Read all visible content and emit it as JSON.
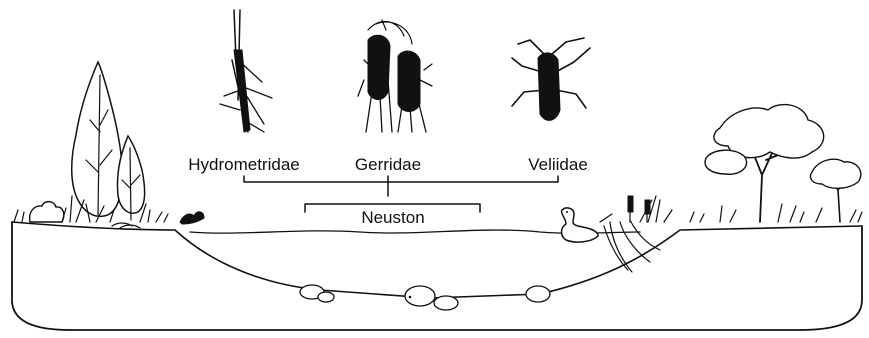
{
  "diagram": {
    "families": [
      {
        "name": "Hydrometridae",
        "icon": "hydrometridae-insect-icon"
      },
      {
        "name": "Gerridae",
        "icon": "gerridae-insect-icon"
      },
      {
        "name": "Veliidae",
        "icon": "veliidae-insect-icon"
      }
    ],
    "group_label": "Neuston",
    "scene_icons": [
      "tree-icon",
      "bush-icon",
      "grass-icon",
      "duck-icon",
      "reed-icon",
      "pebble-icon"
    ]
  }
}
